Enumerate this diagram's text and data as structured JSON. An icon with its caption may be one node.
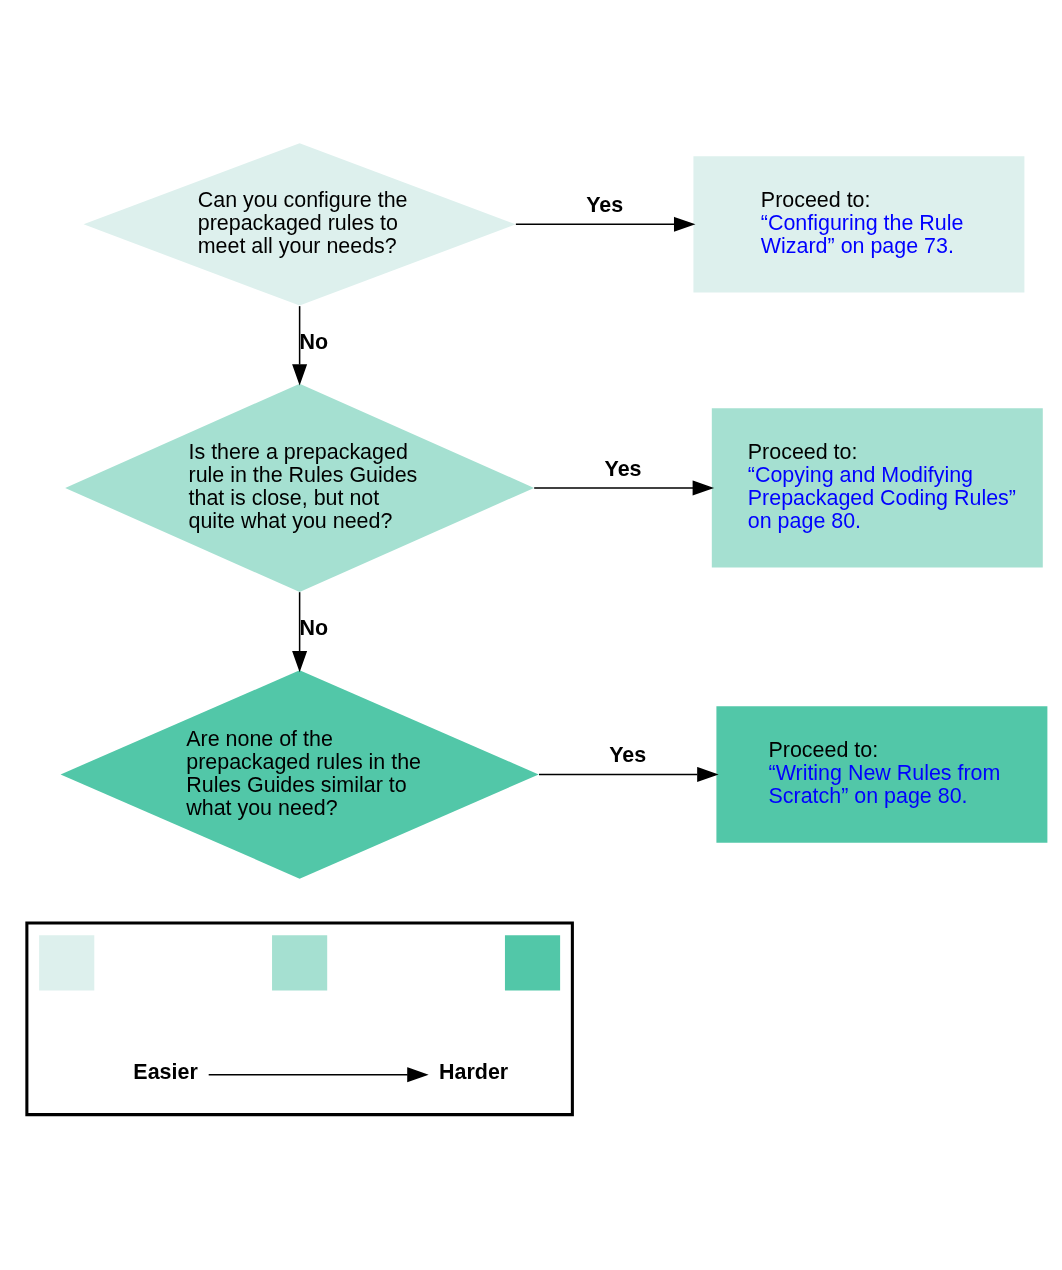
{
  "diagram": {
    "nodes": [
      {
        "text": [
          "Can you configure the prepackaged rules to meet all your needs?"
        ]
      },
      {
        "text": [
          "Proceed to:",
          "“Configuring the Rule Wizard” on page 73."
        ]
      },
      {
        "text": [
          "Is there a prepackaged rule in the Rules Guides that is close, but not quite what you need?"
        ]
      },
      {
        "text": [
          "Proceed to:",
          "“Copying and Modifying Prepackaged Coding Rules” on page 80."
        ]
      },
      {
        "text": [
          "Are none of the prepackaged rules in the Rules Guides similar to what you need?"
        ]
      },
      {
        "text": [
          "Proceed to:",
          "“Writing New Rules from Scratch” on page 80."
        ]
      },
      {
        "text": [],
        "shape": "box"
      },
      {
        "text": [],
        "shape": "box",
        "in": 6
      },
      {
        "text": [],
        "shape": "box",
        "in": 6
      },
      {
        "text": [],
        "shape": "box",
        "in": 6
      },
      {
        "text": [
          "Easier"
        ],
        "in": 6
      },
      {
        "text": [
          "Harder"
        ],
        "in": 6
      }
    ],
    "edges": [
      {
        "from": 0,
        "to": 1,
        "arrow": "to",
        "label": "Yes"
      },
      {
        "from": 0,
        "to": 2,
        "arrow": "to",
        "label": "No"
      },
      {
        "from": 2,
        "to": 3,
        "arrow": "to",
        "label": "Yes"
      },
      {
        "from": 2,
        "to": 4,
        "arrow": "to",
        "label": "No"
      },
      {
        "from": 4,
        "to": 5,
        "arrow": "to",
        "label": "Yes"
      },
      {
        "from": 10,
        "to": 11,
        "arrow": "to"
      }
    ]
  }
}
